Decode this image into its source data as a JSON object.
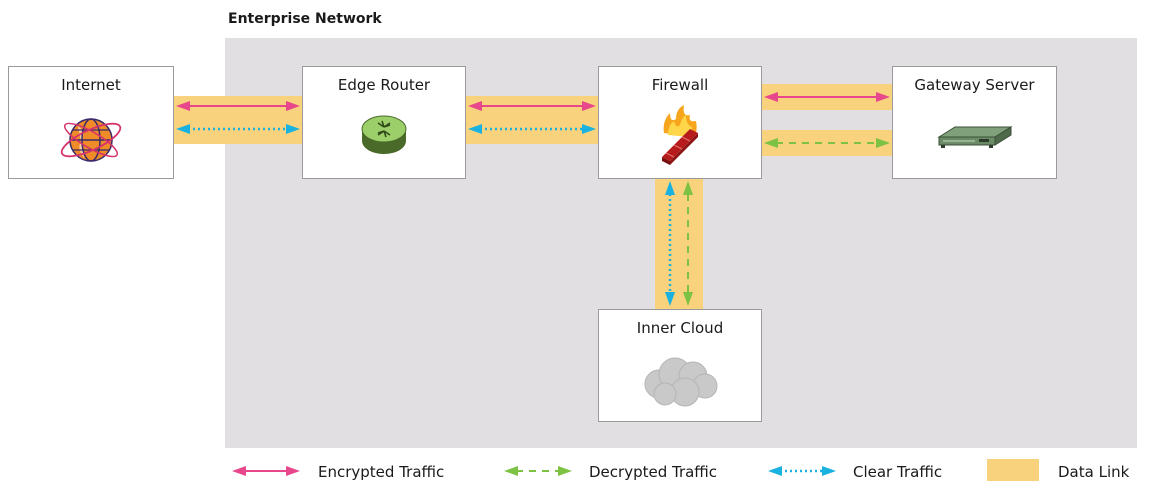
{
  "diagram": {
    "region_title": "Enterprise Network",
    "nodes": {
      "internet": "Internet",
      "edge_router": "Edge Router",
      "firewall": "Firewall",
      "gateway_server": "Gateway Server",
      "inner_cloud": "Inner Cloud"
    },
    "links": [
      {
        "from": "Internet",
        "to": "Edge Router",
        "traffic": [
          "encrypted",
          "clear"
        ]
      },
      {
        "from": "Edge Router",
        "to": "Firewall",
        "traffic": [
          "encrypted",
          "clear"
        ]
      },
      {
        "from": "Firewall",
        "to": "Gateway Server",
        "traffic": [
          "encrypted"
        ]
      },
      {
        "from": "Firewall",
        "to": "Gateway Server",
        "traffic": [
          "decrypted"
        ]
      },
      {
        "from": "Firewall",
        "to": "Inner Cloud",
        "traffic": [
          "clear",
          "decrypted"
        ]
      }
    ],
    "legend": {
      "encrypted": "Encrypted Traffic",
      "decrypted": "Decrypted Traffic",
      "clear": "Clear Traffic",
      "data_link": "Data Link"
    },
    "colors": {
      "encrypted": "#e8478c",
      "decrypted": "#7dc242",
      "clear": "#19b2e0",
      "data_link": "#f9d27e",
      "region": "#e1dfe2"
    },
    "icons": {
      "internet": "globe-icon",
      "edge_router": "router-icon",
      "firewall": "firewall-icon",
      "gateway_server": "server-icon",
      "inner_cloud": "cloud-icon"
    }
  }
}
